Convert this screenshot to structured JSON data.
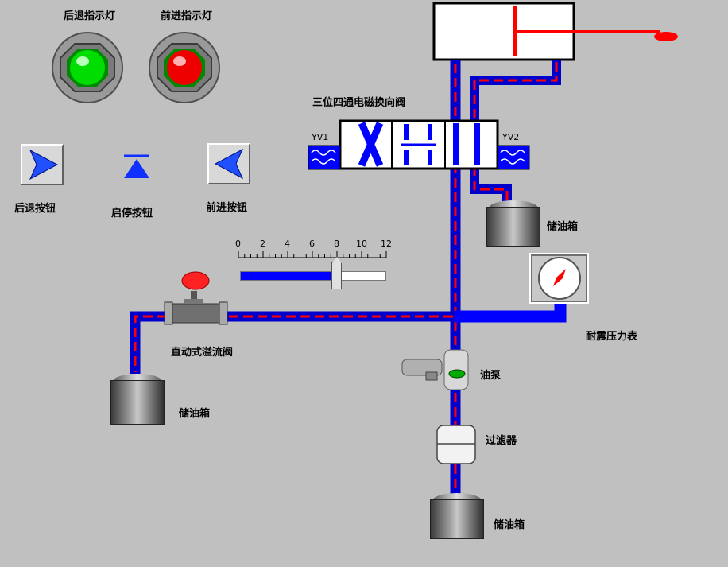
{
  "lamps": [
    {
      "label": "后退指示灯",
      "color": "#00cc00"
    },
    {
      "label": "前进指示灯",
      "color": "#ee0000"
    }
  ],
  "buttons": {
    "back": "后退按钮",
    "start_stop": "启停按钮",
    "forward": "前进按钮"
  },
  "valve": {
    "title": "三位四通电磁换向阀",
    "yv1": "YV1",
    "yv2": "YV2"
  },
  "slider": {
    "ticks": [
      "0",
      "2",
      "4",
      "6",
      "8",
      "10",
      "12"
    ],
    "value": 8
  },
  "labels": {
    "tank_right": "储油箱",
    "tank_left": "储油箱",
    "tank_bottom": "储油箱",
    "relief_valve": "直动式溢流阀",
    "pressure_gauge": "耐震压力表",
    "pump": "油泵",
    "filter": "过滤器"
  },
  "colors": {
    "pipe": "#0000cc",
    "flow": "#ff0000",
    "background": "#c0c0c0"
  }
}
